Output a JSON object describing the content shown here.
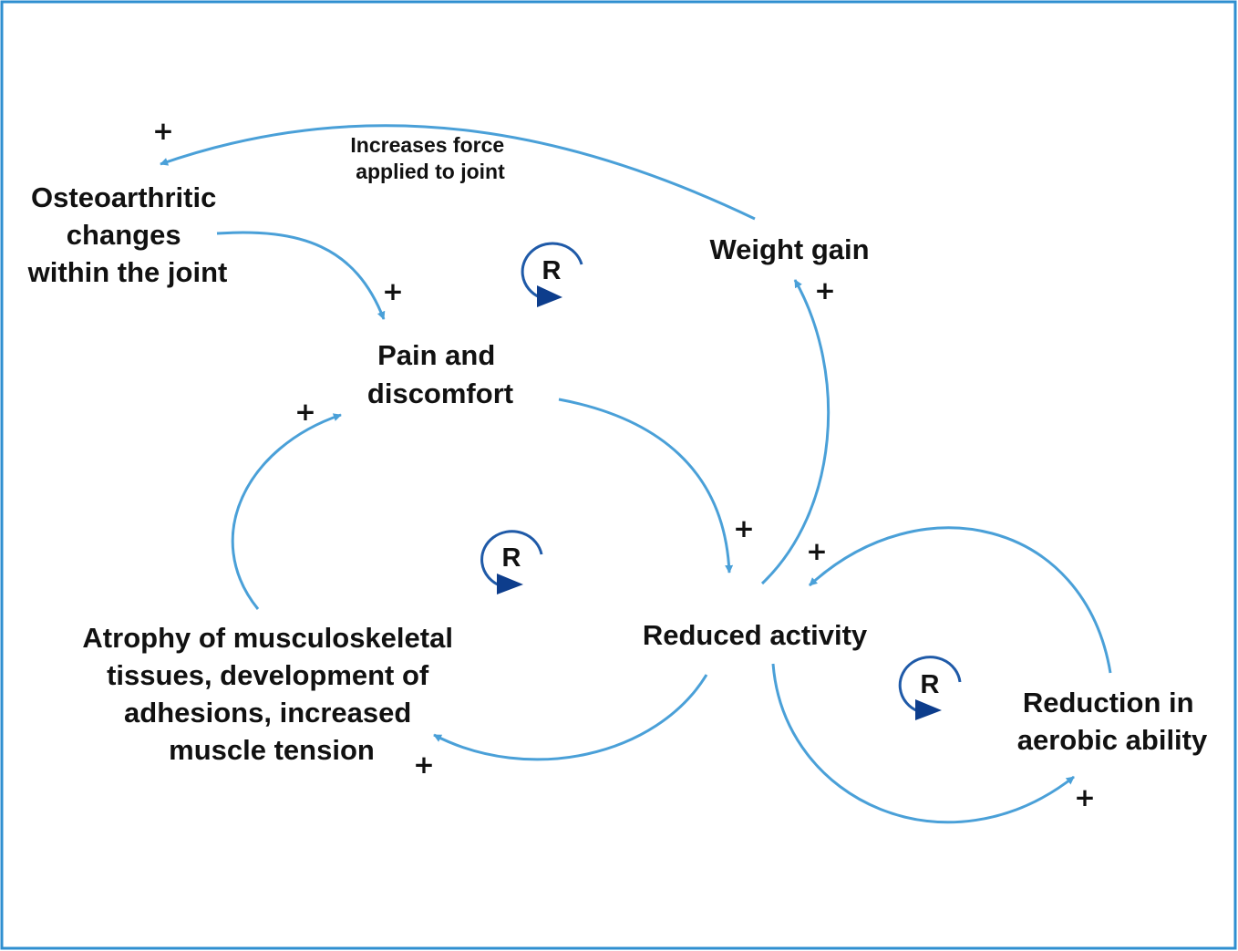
{
  "colors": {
    "frame": "#2f8fd0",
    "link": "#4aa0d8",
    "loop_marker": "#1f5aa8",
    "loop_arrowhead": "#0d3d8c",
    "text": "#111111"
  },
  "nodes": {
    "osteo": [
      "Osteoarthritic",
      "changes",
      "within the joint"
    ],
    "pain": [
      "Pain and",
      "discomfort"
    ],
    "weight": [
      "Weight gain"
    ],
    "reduced": [
      "Reduced activity"
    ],
    "atrophy": [
      "Atrophy of musculoskeletal",
      "tissues, development of",
      "adhesions, increased",
      "muscle tension"
    ],
    "aerobic": [
      "Reduction in",
      "aerobic ability"
    ]
  },
  "link_label": [
    "Increases force",
    "applied to joint"
  ],
  "polarity": "+",
  "loop_label": "R",
  "icons": {
    "loop_marker": "reinforcing-loop-icon",
    "arrow": "arrowhead-icon"
  }
}
